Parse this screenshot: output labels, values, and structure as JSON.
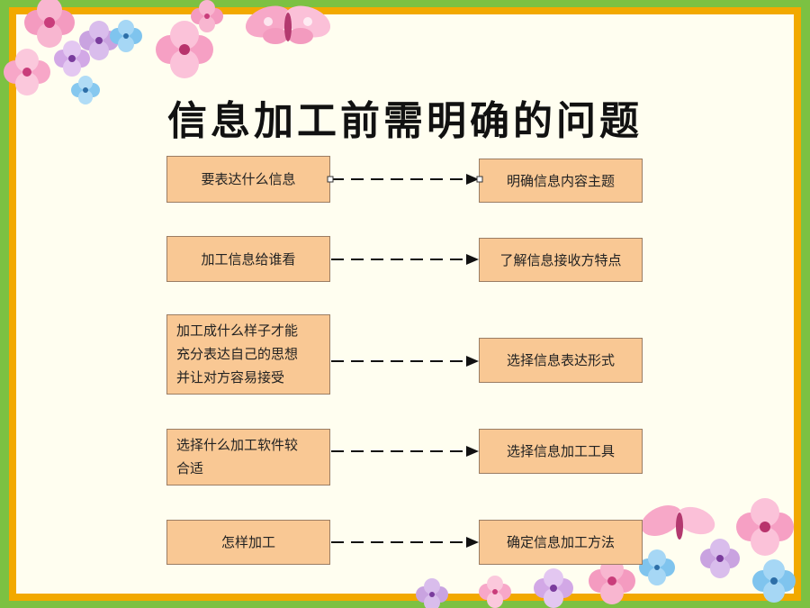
{
  "title": "信息加工前需明确的问题",
  "rows": [
    {
      "left": "要表达什么信息",
      "right": "明确信息内容主题"
    },
    {
      "left": "加工信息给谁看",
      "right": "了解信息接收方特点"
    },
    {
      "left": "加工成什么样子才能充分表达自己的思想并让对方容易接受",
      "left_lines": [
        "加工成什么样子才能",
        "充分表达自己的思想",
        "并让对方容易接受"
      ],
      "right": "选择信息表达形式"
    },
    {
      "left": "选择什么加工软件较合适",
      "left_lines": [
        "选择什么加工软件较",
        "合适"
      ],
      "right": "选择信息加工工具"
    },
    {
      "left": "怎样加工",
      "right": "确定信息加工方法"
    }
  ],
  "colors": {
    "background": "#7cc142",
    "frame": "#f2a900",
    "canvas": "#fffef0",
    "box": "#f9c894",
    "arrow": "#111111"
  },
  "decorations": [
    "flowers-top-left",
    "butterfly-top",
    "flowers-bottom-right",
    "butterfly-bottom-right"
  ]
}
